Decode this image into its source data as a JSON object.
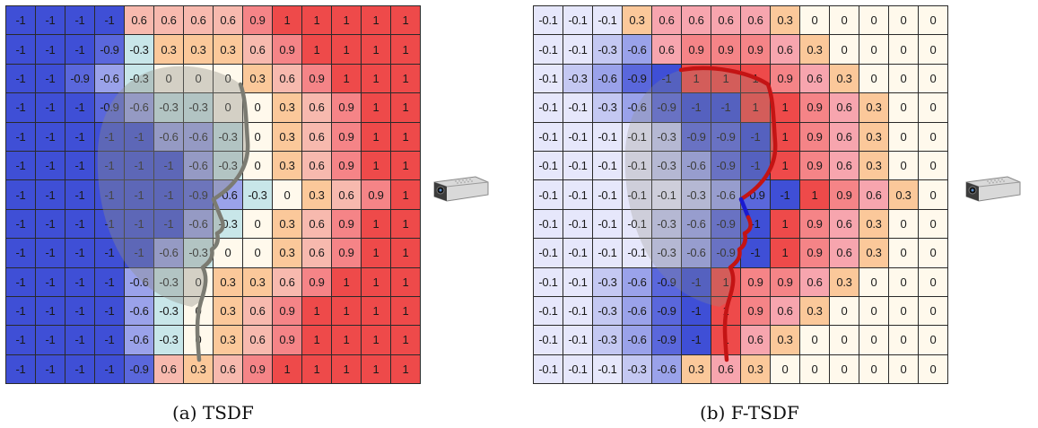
{
  "figure": {
    "captions": [
      "(a) TSDF",
      "(b) F-TSDF"
    ],
    "icons": [
      "depth-camera-icon",
      "head-silhouette-icon"
    ],
    "colors": {
      "neg1": "#3f4fd6",
      "neg09": "#5a67dc",
      "neg06": "#9aa2ea",
      "neg03": "#c4c8f2",
      "neg01": "#e6e7fb",
      "zero": "#fff9ec",
      "pos03": "#fbc89a",
      "pos06": "#f7a5ae",
      "pos09": "#f58487",
      "pos1": "#ee4a4a",
      "tsdf_neg03": "#c8e6e9",
      "tsdf_pos06": "#f7b9ae",
      "silhouette_gray": "#8a8a80",
      "silhouette_red": "#cc1010"
    }
  },
  "panels": [
    {
      "caption": "(a) TSDF",
      "grid": [
        [
          "-1",
          "-1",
          "-1",
          "-1",
          "0.6",
          "0.6",
          "0.6",
          "0.6",
          "0.9",
          "1",
          "1",
          "1",
          "1",
          "1"
        ],
        [
          "-1",
          "-1",
          "-1",
          "-0.9",
          "-0.3",
          "0.3",
          "0.3",
          "0.3",
          "0.6",
          "0.9",
          "1",
          "1",
          "1",
          "1"
        ],
        [
          "-1",
          "-1",
          "-0.9",
          "-0.6",
          "-0.3",
          "0",
          "0",
          "0",
          "0.3",
          "0.6",
          "0.9",
          "1",
          "1",
          "1"
        ],
        [
          "-1",
          "-1",
          "-1",
          "-0.9",
          "-0.6",
          "-0.3",
          "-0.3",
          "0",
          "0",
          "0.3",
          "0.6",
          "0.9",
          "1",
          "1"
        ],
        [
          "-1",
          "-1",
          "-1",
          "-1",
          "-1",
          "-0.6",
          "-0.6",
          "-0.3",
          "0",
          "0.3",
          "0.6",
          "0.9",
          "1",
          "1"
        ],
        [
          "-1",
          "-1",
          "-1",
          "-1",
          "-1",
          "-1",
          "-0.6",
          "-0.3",
          "0",
          "0.3",
          "0.6",
          "0.9",
          "1",
          "1"
        ],
        [
          "-1",
          "-1",
          "-1",
          "-1",
          "-1",
          "-1",
          "-0.9",
          "-0.6",
          "-0.3",
          "0",
          "0.3",
          "0.6",
          "0.9",
          "1"
        ],
        [
          "-1",
          "-1",
          "-1",
          "-1",
          "-1",
          "-1",
          "-0.6",
          "-0.3",
          "0",
          "0.3",
          "0.6",
          "0.9",
          "1",
          "1"
        ],
        [
          "-1",
          "-1",
          "-1",
          "-1",
          "-1",
          "-0.6",
          "-0.3",
          "0",
          "0",
          "0.3",
          "0.6",
          "0.9",
          "1",
          "1"
        ],
        [
          "-1",
          "-1",
          "-1",
          "-1",
          "-0.6",
          "-0.3",
          "0",
          "0.3",
          "0.3",
          "0.6",
          "0.9",
          "1",
          "1",
          "1"
        ],
        [
          "-1",
          "-1",
          "-1",
          "-1",
          "-0.6",
          "-0.3",
          "0",
          "0.3",
          "0.6",
          "0.9",
          "1",
          "1",
          "1",
          "1"
        ],
        [
          "-1",
          "-1",
          "-1",
          "-1",
          "-0.6",
          "-0.3",
          "0",
          "0.3",
          "0.6",
          "0.9",
          "1",
          "1",
          "1",
          "1"
        ],
        [
          "-1",
          "-1",
          "-1",
          "-1",
          "-0.9",
          "0.6",
          "0.3",
          "0.6",
          "0.9",
          "1",
          "1",
          "1",
          "1",
          "1"
        ]
      ]
    },
    {
      "caption": "(b) F-TSDF",
      "grid": [
        [
          "-0.1",
          "-0.1",
          "-0.1",
          "0.3",
          "0.6",
          "0.6",
          "0.6",
          "0.6",
          "0.3",
          "0",
          "0",
          "0",
          "0",
          "0"
        ],
        [
          "-0.1",
          "-0.1",
          "-0.3",
          "-0.6",
          "0.6",
          "0.9",
          "0.9",
          "0.9",
          "0.6",
          "0.3",
          "0",
          "0",
          "0",
          "0"
        ],
        [
          "-0.1",
          "-0.3",
          "-0.6",
          "-0.9",
          "-1",
          "1",
          "1",
          "1",
          "0.9",
          "0.6",
          "0.3",
          "0",
          "0",
          "0"
        ],
        [
          "-0.1",
          "-0.1",
          "-0.3",
          "-0.6",
          "-0.9",
          "-1",
          "-1",
          "1",
          "1",
          "0.9",
          "0.6",
          "0.3",
          "0",
          "0"
        ],
        [
          "-0.1",
          "-0.1",
          "-0.1",
          "-0.1",
          "-0.3",
          "-0.9",
          "-0.9",
          "-1",
          "1",
          "0.9",
          "0.6",
          "0.3",
          "0",
          "0"
        ],
        [
          "-0.1",
          "-0.1",
          "-0.1",
          "-0.1",
          "-0.3",
          "-0.6",
          "-0.9",
          "-1",
          "1",
          "0.9",
          "0.6",
          "0.3",
          "0",
          "0"
        ],
        [
          "-0.1",
          "-0.1",
          "-0.1",
          "-0.1",
          "-0.1",
          "-0.3",
          "-0.6",
          "-0.9",
          "-1",
          "1",
          "0.9",
          "0.6",
          "0.3",
          "0"
        ],
        [
          "-0.1",
          "-0.1",
          "-0.1",
          "-0.1",
          "-0.3",
          "-0.6",
          "-0.9",
          "-1",
          "1",
          "0.9",
          "0.6",
          "0.3",
          "0",
          "0"
        ],
        [
          "-0.1",
          "-0.1",
          "-0.1",
          "-0.1",
          "-0.3",
          "-0.6",
          "-0.9",
          "-1",
          "1",
          "0.9",
          "0.6",
          "0.3",
          "0",
          "0"
        ],
        [
          "-0.1",
          "-0.1",
          "-0.3",
          "-0.6",
          "-0.9",
          "-1",
          "1",
          "0.9",
          "0.9",
          "0.6",
          "0.3",
          "0",
          "0",
          "0"
        ],
        [
          "-0.1",
          "-0.1",
          "-0.3",
          "-0.6",
          "-0.9",
          "-1",
          "1",
          "0.9",
          "0.6",
          "0.3",
          "0",
          "0",
          "0",
          "0"
        ],
        [
          "-0.1",
          "-0.1",
          "-0.3",
          "-0.6",
          "-0.9",
          "-1",
          "1",
          "0.6",
          "0.3",
          "0",
          "0",
          "0",
          "0",
          "0"
        ],
        [
          "-0.1",
          "-0.1",
          "-0.1",
          "-0.3",
          "-0.6",
          "0.3",
          "0.6",
          "0.3",
          "0",
          "0",
          "0",
          "0",
          "0",
          "0"
        ]
      ]
    }
  ]
}
